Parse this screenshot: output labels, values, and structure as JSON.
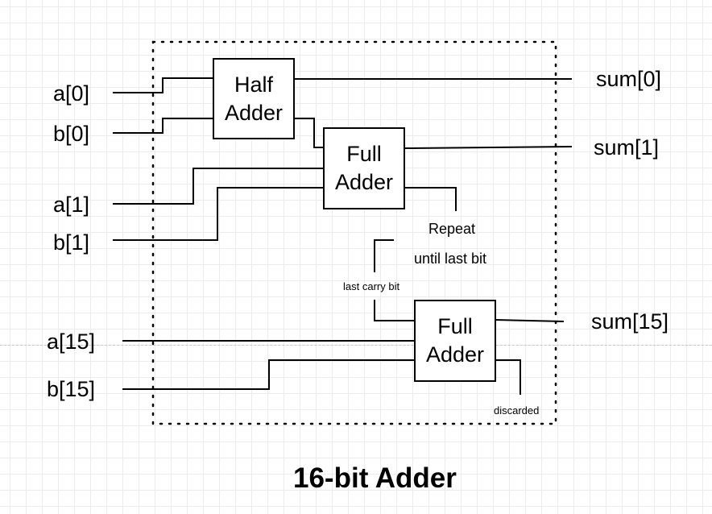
{
  "title": "16-bit Adder",
  "inputs": {
    "a0": "a[0]",
    "b0": "b[0]",
    "a1": "a[1]",
    "b1": "b[1]",
    "a15": "a[15]",
    "b15": "b[15]"
  },
  "outputs": {
    "sum0": "sum[0]",
    "sum1": "sum[1]",
    "sum15": "sum[15]"
  },
  "blocks": {
    "half_adder": {
      "line1": "Half",
      "line2": "Adder"
    },
    "full_adder_1": {
      "line1": "Full",
      "line2": "Adder"
    },
    "full_adder_15": {
      "line1": "Full",
      "line2": "Adder"
    }
  },
  "annotations": {
    "repeat": "Repeat",
    "until": "until last bit",
    "last_carry": "last carry bit",
    "discarded": "discarded"
  }
}
